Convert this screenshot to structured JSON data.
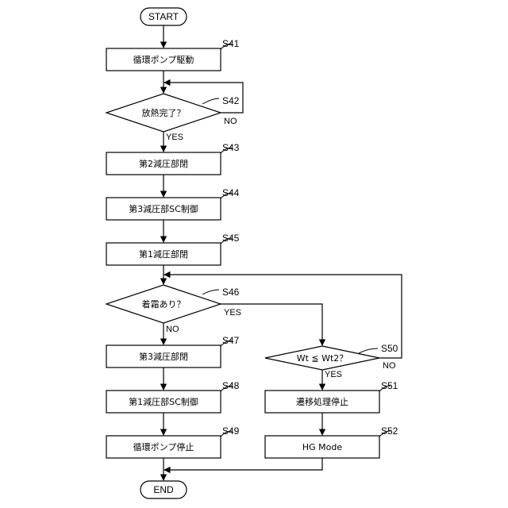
{
  "terminals": {
    "start": "START",
    "end": "END"
  },
  "nodes": {
    "s41": {
      "step": "S41",
      "text": "循環ポンプ駆動"
    },
    "s42": {
      "step": "S42",
      "text": "放熱完了？",
      "yes": "YES",
      "no": "NO"
    },
    "s43": {
      "step": "S43",
      "text": "第2減圧部閉"
    },
    "s44": {
      "step": "S44",
      "text": "第3減圧部SC制御"
    },
    "s45": {
      "step": "S45",
      "text": "第1減圧部閉"
    },
    "s46": {
      "step": "S46",
      "text": "着霜あり？",
      "yes": "YES",
      "no": "NO"
    },
    "s47": {
      "step": "S47",
      "text": "第3減圧部閉"
    },
    "s48": {
      "step": "S48",
      "text": "第1減圧部SC制御"
    },
    "s49": {
      "step": "S49",
      "text": "循環ポンプ停止"
    },
    "s50": {
      "step": "S50",
      "text": "Wt ≦ Wt2？",
      "yes": "YES",
      "no": "NO"
    },
    "s51": {
      "step": "S51",
      "text": "遷移処理停止"
    },
    "s52": {
      "step": "S52",
      "text": "HG Mode"
    }
  }
}
